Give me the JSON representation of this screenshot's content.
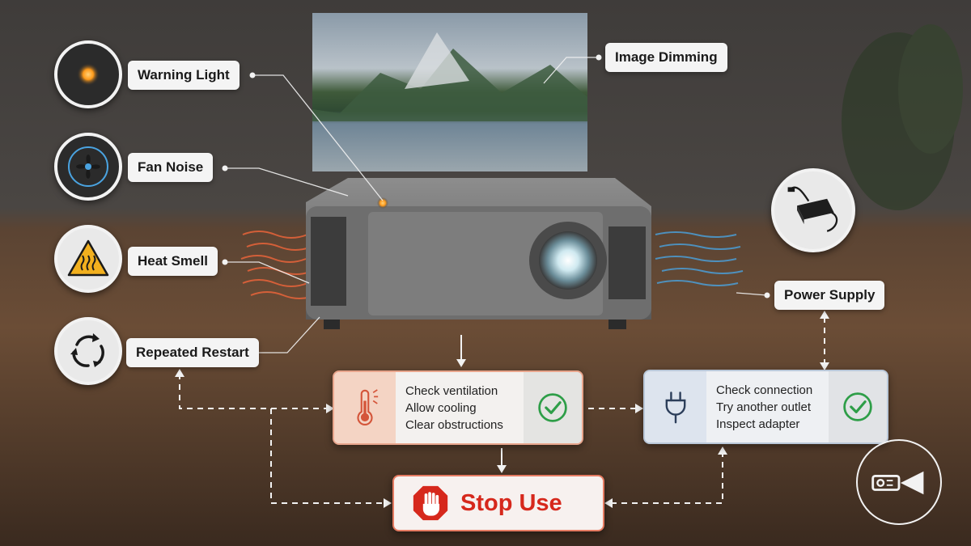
{
  "symptoms": [
    {
      "id": "warning-light",
      "label": "Warning Light",
      "icon": "warning-light-icon"
    },
    {
      "id": "fan-noise",
      "label": "Fan Noise",
      "icon": "fan-icon"
    },
    {
      "id": "heat-smell",
      "label": "Heat Smell",
      "icon": "heat-warning-icon"
    },
    {
      "id": "repeated-restart",
      "label": "Repeated Restart",
      "icon": "restart-cycle-icon"
    }
  ],
  "image_dimming": {
    "label": "Image Dimming"
  },
  "power_supply": {
    "label": "Power Supply",
    "icon": "power-adapter-icon"
  },
  "actions": {
    "heat": {
      "icon": "thermometer-icon",
      "lines": [
        "Check ventilation",
        "Allow cooling",
        "Clear obstructions"
      ]
    },
    "power": {
      "icon": "plug-icon",
      "lines": [
        "Check connection",
        "Try another outlet",
        "Inspect adapter"
      ]
    }
  },
  "stop": {
    "label": "Stop Use",
    "icon": "stop-hand-icon"
  },
  "corner_icon": "projector-icon",
  "colors": {
    "heat_accent": "#e8643a",
    "cool_accent": "#4aa3e0",
    "check_green": "#2e9e48",
    "stop_red": "#d6281c"
  }
}
